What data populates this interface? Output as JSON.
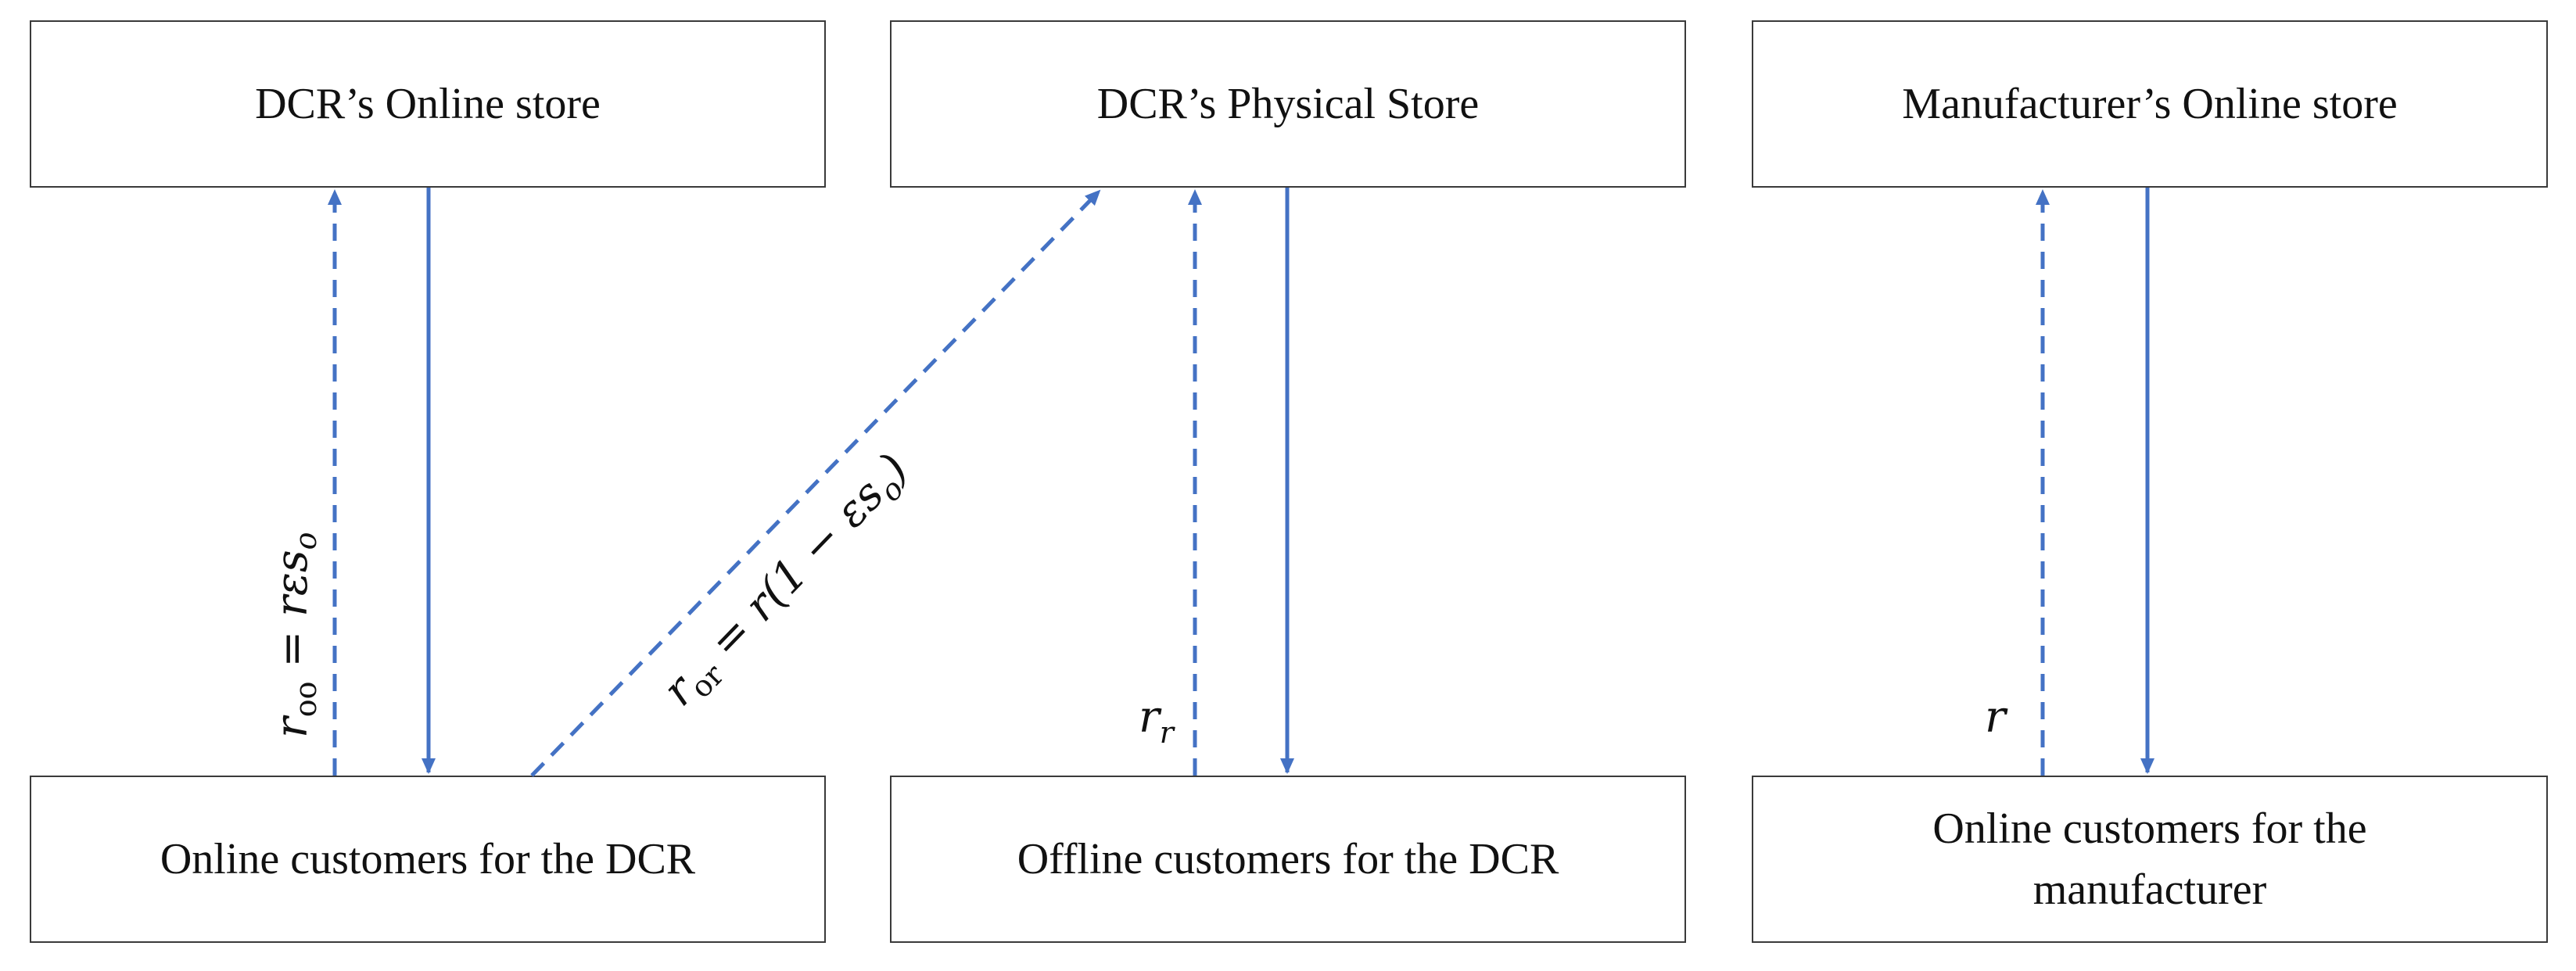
{
  "boxes": {
    "dcr_online_store": "DCR’s Online store",
    "dcr_physical_store": "DCR’s Physical Store",
    "manufacturer_online_store": "Manufacturer’s Online store",
    "online_customers_dcr": "Online customers for the DCR",
    "offline_customers_dcr": "Offline customers for the DCR",
    "online_customers_manufacturer": "Online customers for the manufacturer"
  },
  "labels": {
    "r_oo": {
      "main": "r",
      "sub": "oo",
      "rest": " = rεs",
      "rest_sub": "o"
    },
    "r_or": {
      "main": "r",
      "sub": "or",
      "rest": " = r(1 − εs",
      "rest_sub": "o",
      "close": ")"
    },
    "r_r": {
      "main": "r",
      "sub": "r"
    },
    "r": {
      "main": "r"
    }
  },
  "colors": {
    "arrow": "#4472C4",
    "border": "#3a3a3a",
    "text": "#111111"
  }
}
